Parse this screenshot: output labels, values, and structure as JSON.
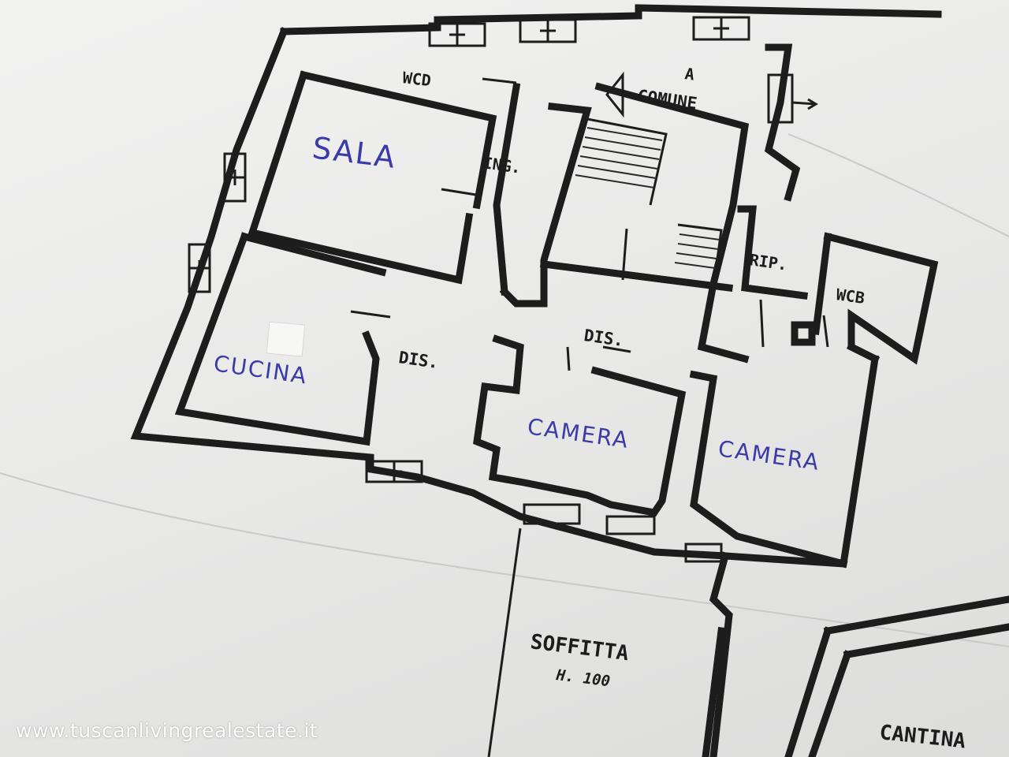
{
  "rooms": {
    "sala": "SALA",
    "cucina": "CUCINA",
    "camera_1": "CAMERA",
    "camera_2": "CAMERA",
    "wcd": "WCD",
    "wcb": "WCB",
    "ing": "ING.",
    "dis_1": "DIS.",
    "dis_2": "DIS.",
    "rip": "RIP.",
    "a": "A",
    "comune": "COMUNE",
    "soffitta": "SOFFITTA",
    "soffitta_height": "H. 100",
    "cantina": "CANTINA"
  },
  "watermark": "www.tuscanlivingrealestate.it",
  "colors": {
    "ink": "#1d1d1d",
    "handwriting": "#3a3aa8",
    "paper": "#ececeb"
  }
}
